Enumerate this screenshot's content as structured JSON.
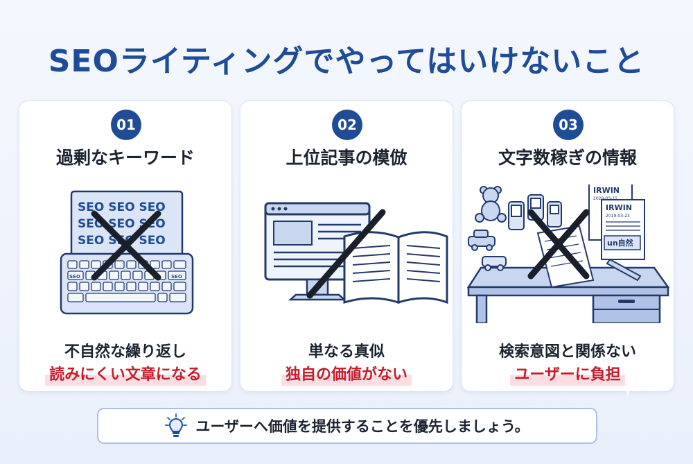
{
  "title": "SEOライティングでやってはいけないこと",
  "cards": [
    {
      "number": "01",
      "title": "過剰なキーワード",
      "illustration_text": [
        "SEO SEO SEO",
        "SEO SEO SEO",
        "SEO SEO SEO",
        "SEO",
        "SEO"
      ],
      "problem": "不自然な繰り返し",
      "consequence": "読みにくい文章になる"
    },
    {
      "number": "02",
      "title": "上位記事の模倣",
      "problem": "単なる真似",
      "consequence": "独自の価値がない"
    },
    {
      "number": "03",
      "title": "文字数稼ぎの情報",
      "illustration_text": [
        "IRWIN",
        "2029-03-15",
        "IRWIN",
        "2019-03-23",
        "un自然"
      ],
      "problem": "検索意図と関係ない",
      "consequence": "ユーザーに負担"
    }
  ],
  "tip": {
    "icon": "lightbulb-icon",
    "text": "ユーザーへ価値を提供することを優先しましょう。"
  },
  "colors": {
    "accent": "#1f4c97",
    "warning": "#c41c2a",
    "highlight": "#fbdde2",
    "illustration_fill": "#c9d6f0",
    "cross": "#1a1f2b"
  }
}
